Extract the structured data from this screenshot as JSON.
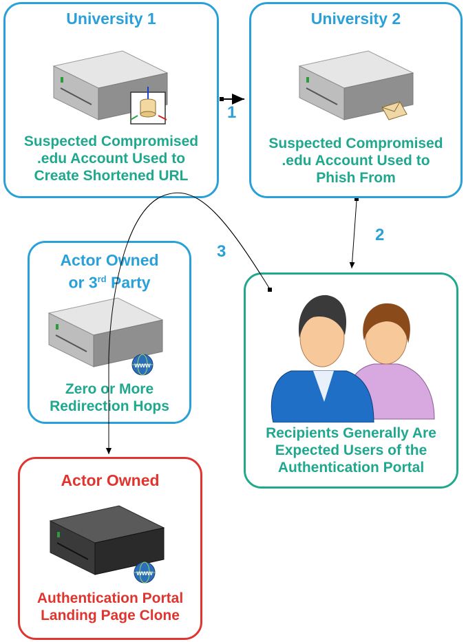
{
  "university1": {
    "title": "University 1",
    "desc": [
      "Suspected Compromised",
      ".edu Account Used to",
      "Create Shortened URL"
    ]
  },
  "university2": {
    "title": "University 2",
    "desc": [
      "Suspected Compromised",
      ".edu Account Used to",
      "Phish From"
    ]
  },
  "redirector": {
    "title_line1": "Actor Owned",
    "title_line2_prefix": "or 3",
    "title_line2_sup": "rd",
    "title_line2_suffix": " Party",
    "desc": [
      "Zero or More",
      "Redirection Hops"
    ]
  },
  "recipients": {
    "desc": [
      "Recipients Generally Are",
      "Expected Users of the",
      "Authentication Portal"
    ]
  },
  "actor": {
    "title": "Actor Owned",
    "desc": [
      "Authentication Portal",
      "Landing Page Clone"
    ]
  },
  "steps": {
    "one": "1",
    "two": "2",
    "three": "3"
  },
  "colors": {
    "blue": "#2aa0d8",
    "teal": "#1fa88e",
    "red": "#e0342f"
  },
  "icons": [
    "server-icon",
    "database-icon",
    "envelope-icon",
    "globe-icon",
    "users-icon"
  ]
}
